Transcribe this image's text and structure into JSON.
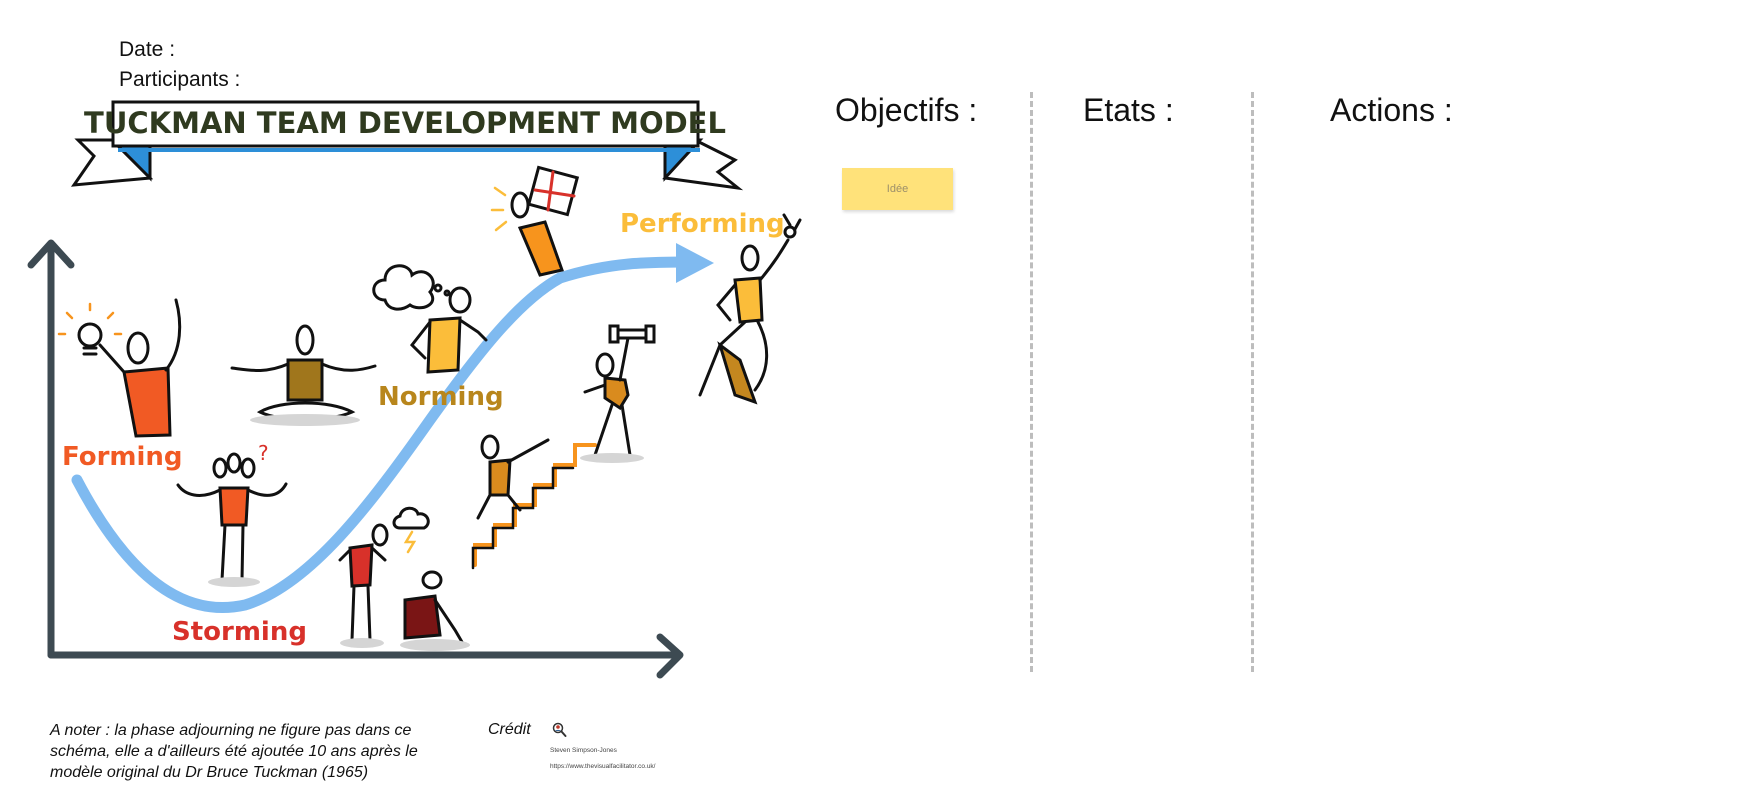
{
  "header": {
    "date_label": "Date :",
    "participants_label": "Participants :"
  },
  "diagram": {
    "banner_title": "TUCKMAN TEAM DEVELOPMENT MODEL",
    "stages": {
      "forming": "Forming",
      "storming": "Storming",
      "norming": "Norming",
      "performing": "Performing"
    },
    "colors": {
      "forming": "#f15a24",
      "storming": "#d8312a",
      "norming": "#b8861c",
      "performing": "#fbbd3a",
      "curve": "#7fbaf0",
      "axis": "#3d4a52",
      "banner_accent": "#2d8fd8"
    }
  },
  "columns": {
    "objectifs": "Objectifs :",
    "etats": "Etats :",
    "actions": "Actions :"
  },
  "sticky_note": {
    "label": "Idée",
    "color": "#ffe27a"
  },
  "footer": {
    "note_line1": "A noter : la phase adjourning ne figure pas dans ce",
    "note_line2": "schéma, elle a d'ailleurs été ajoutée 10 ans après le",
    "note_line3": "modèle original du Dr Bruce Tuckman (1965)",
    "credit_label": "Crédit",
    "credit_author": "Steven Simpson-Jones",
    "credit_url": "https://www.thevisualfacilitator.co.uk/",
    "credit_icon": "person-magnifier-icon"
  }
}
